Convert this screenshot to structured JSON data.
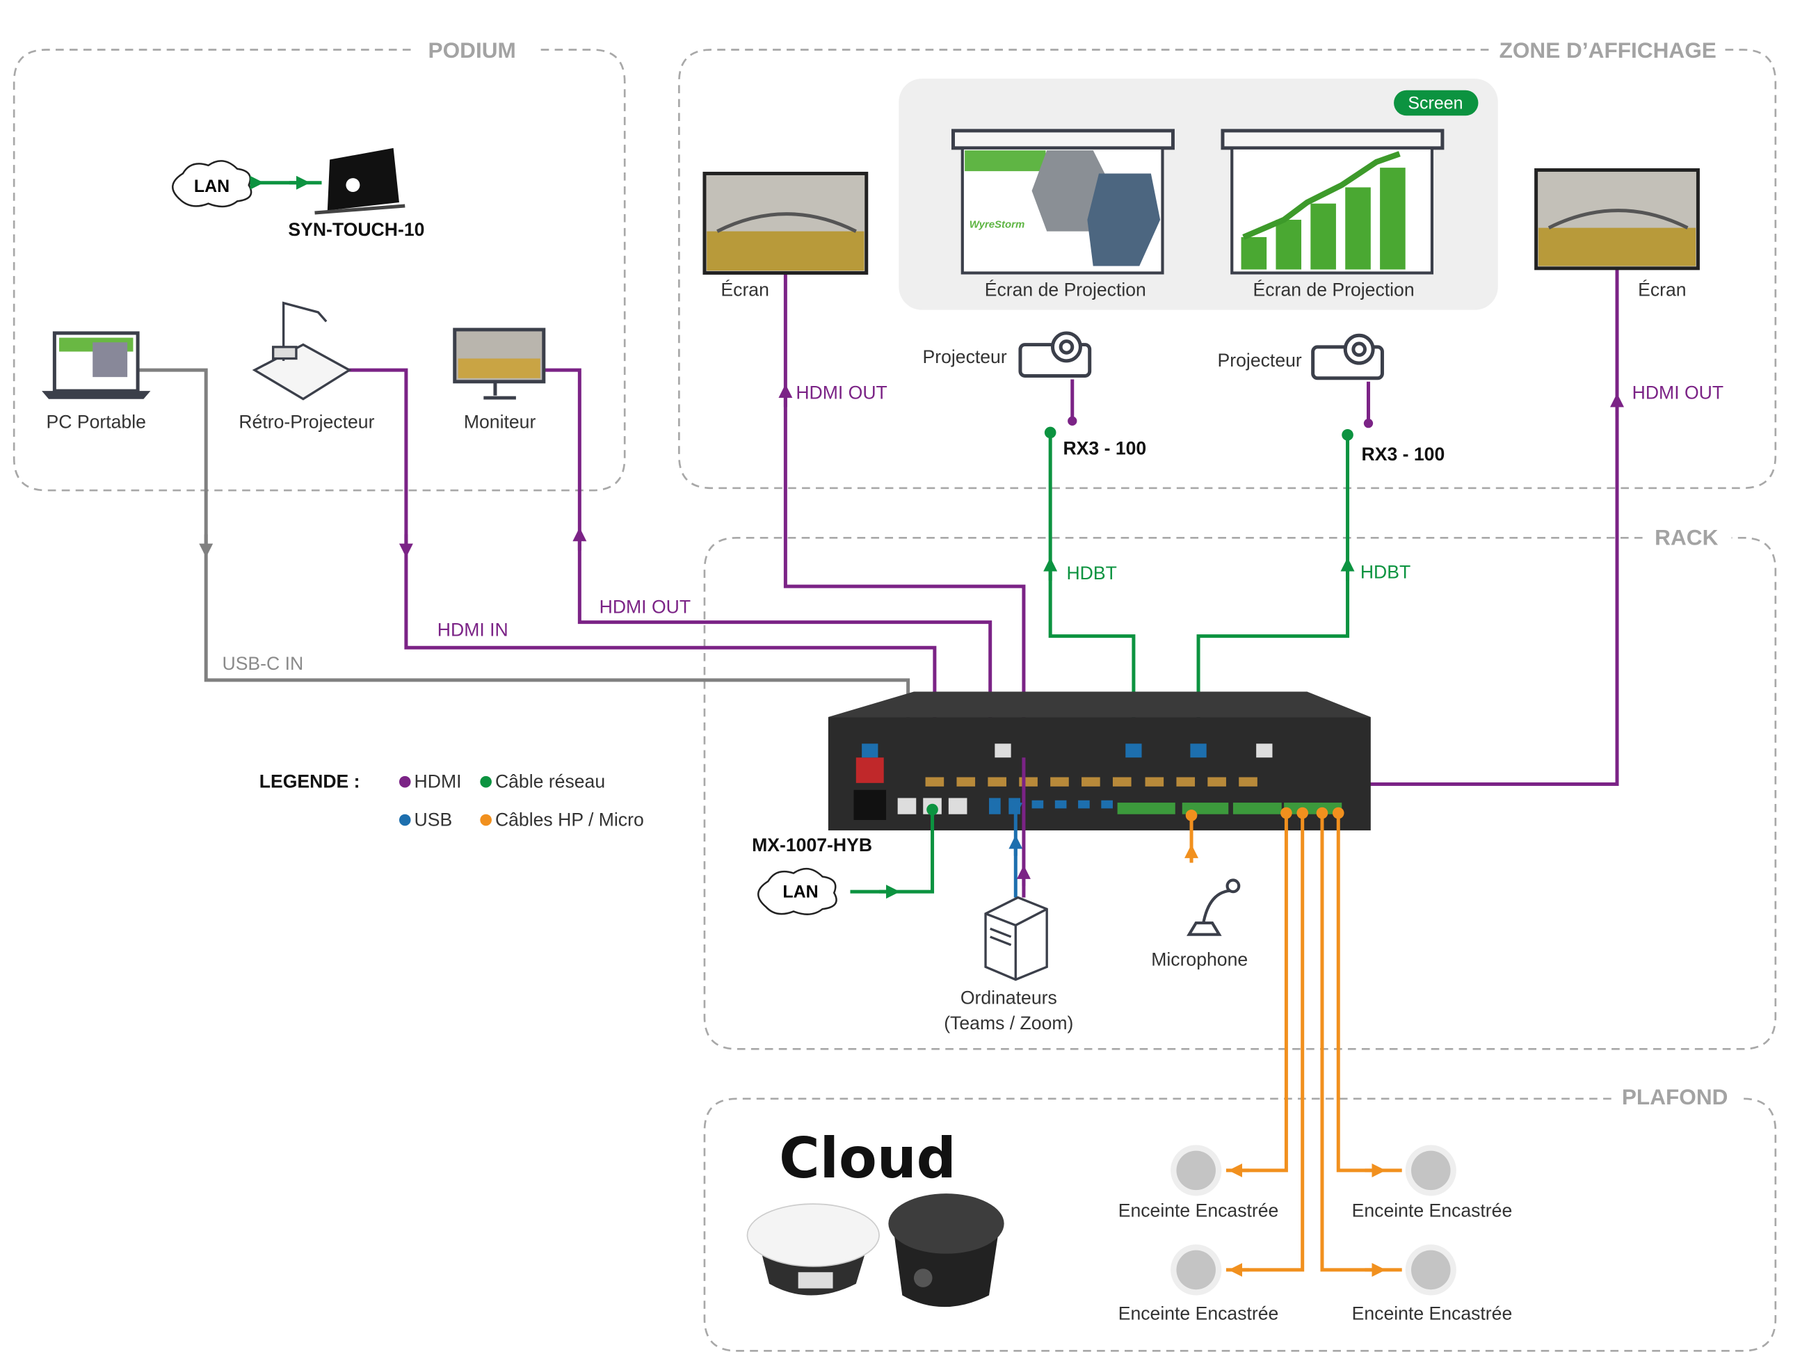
{
  "zones": {
    "podium": "PODIUM",
    "display": "ZONE D’AFFICHAGE",
    "rack": "RACK",
    "ceiling": "PLAFOND"
  },
  "podium": {
    "lan": "LAN",
    "touch_panel": "SYN-TOUCH-10",
    "laptop": "PC Portable",
    "doc_camera": "Rétro-Projecteur",
    "monitor": "Moniteur"
  },
  "display": {
    "screen_left": "Écran",
    "screen_right": "Écran",
    "screen_badge": "Screen",
    "projection_1": "Écran de Projection",
    "projection_2": "Écran de Projection",
    "projector_1": "Projecteur",
    "projector_2": "Projecteur",
    "receiver_1": "RX3 - 100",
    "receiver_2": "RX3 - 100"
  },
  "connections": {
    "usb_c_in": "USB-C IN",
    "hdmi_in": "HDMI IN",
    "hdmi_out_monitor": "HDMI OUT",
    "hdmi_out_left": "HDMI OUT",
    "hdmi_out_right": "HDMI OUT",
    "hdbt_1": "HDBT",
    "hdbt_2": "HDBT"
  },
  "rack": {
    "device": "MX-1007-HYB",
    "lan": "LAN",
    "computers_line1": "Ordinateurs",
    "computers_line2": "(Teams / Zoom)",
    "microphone": "Microphone"
  },
  "legend": {
    "title": "LEGENDE :",
    "items": [
      {
        "label": "HDMI",
        "color": "#7b2386"
      },
      {
        "label": "Câble réseau",
        "color": "#0c9340"
      },
      {
        "label": "USB",
        "color": "#1d6fae"
      },
      {
        "label": "Câbles HP / Micro",
        "color": "#f1901e"
      }
    ]
  },
  "ceiling": {
    "brand": "Cloud",
    "speakers": [
      "Enceinte Encastrée",
      "Enceinte Encastrée",
      "Enceinte Encastrée",
      "Enceinte Encastrée"
    ]
  }
}
